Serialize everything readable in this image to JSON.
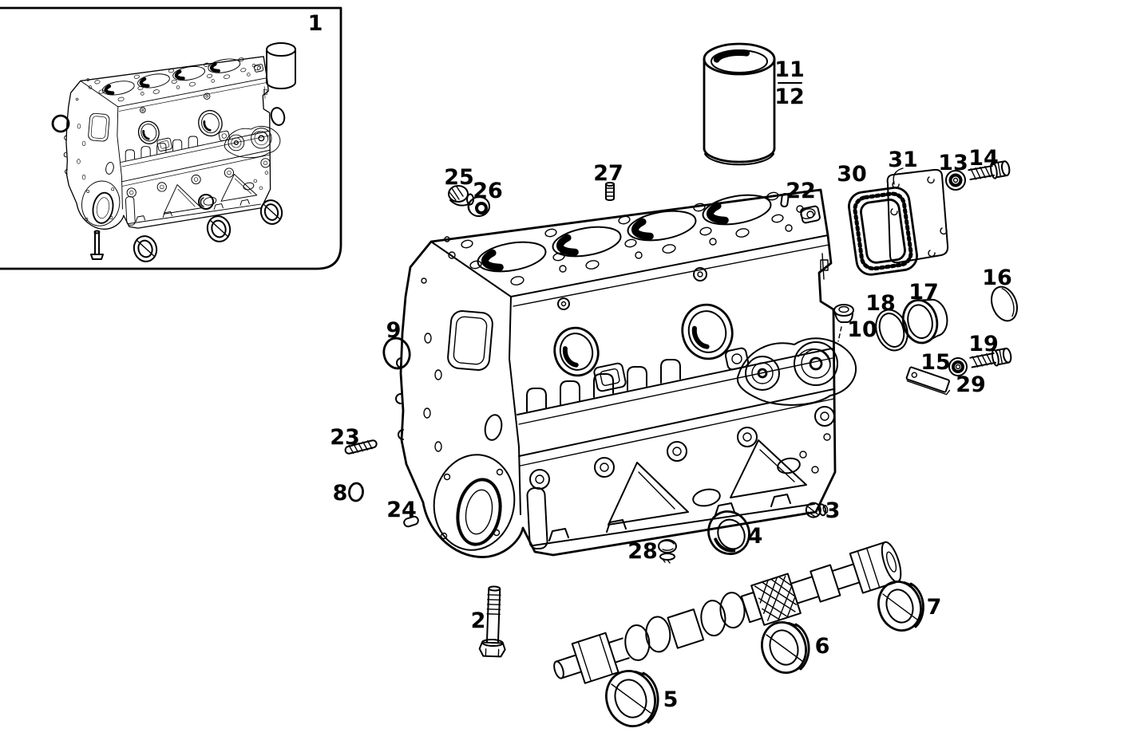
{
  "diagram": {
    "type": "exploded-parts-diagram",
    "subject": "engine crankcase / cylinder block assembly",
    "background": "#ffffff",
    "ink": "#000000",
    "callouts": {
      "c1": {
        "label": "1"
      },
      "c2": {
        "label": "2"
      },
      "c3": {
        "label": "3"
      },
      "c4": {
        "label": "4"
      },
      "c5": {
        "label": "5"
      },
      "c6": {
        "label": "6"
      },
      "c7": {
        "label": "7"
      },
      "c8": {
        "label": "8"
      },
      "c9": {
        "label": "9"
      },
      "c10": {
        "label": "10"
      },
      "c11": {
        "label": "11"
      },
      "c12": {
        "label": "12"
      },
      "c13": {
        "label": "13"
      },
      "c14": {
        "label": "14"
      },
      "c15": {
        "label": "15"
      },
      "c16": {
        "label": "16"
      },
      "c17": {
        "label": "17"
      },
      "c18": {
        "label": "18"
      },
      "c19": {
        "label": "19"
      },
      "c22": {
        "label": "22"
      },
      "c23": {
        "label": "23"
      },
      "c24": {
        "label": "24"
      },
      "c25": {
        "label": "25"
      },
      "c26": {
        "label": "26"
      },
      "c27": {
        "label": "27"
      },
      "c28": {
        "label": "28"
      },
      "c29": {
        "label": "29"
      },
      "c30": {
        "label": "30"
      },
      "c31": {
        "label": "31"
      }
    }
  }
}
